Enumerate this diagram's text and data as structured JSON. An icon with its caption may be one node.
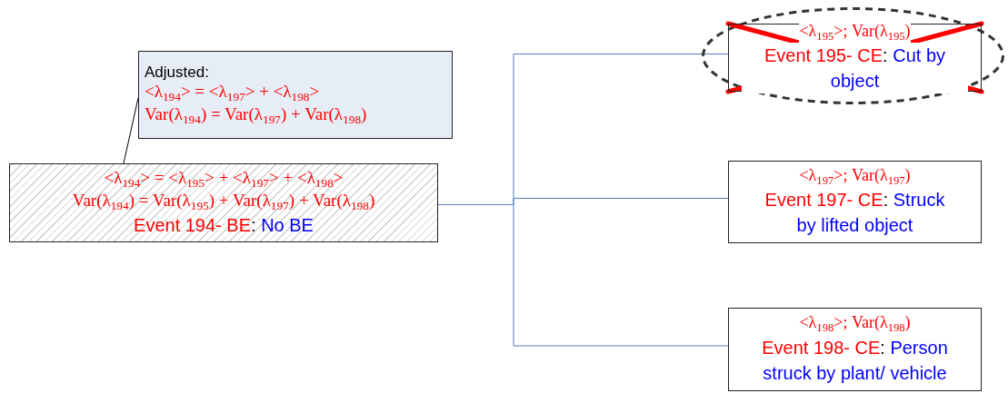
{
  "diagram": {
    "nodes": [
      {
        "text": [
          "Adjusted:",
          "<λ$_{194}$> = <λ$_{197}$> + <λ$_{198}$>",
          "Var(λ$_{194}$) = Var(λ$_{197}$) + Var(λ$_{198}$)"
        ]
      },
      {
        "text": [
          "<λ$_{194}$> = <λ$_{195}$> + <λ$_{197}$> + <λ$_{198}$>",
          "Var(λ$_{194}$) = Var(λ$_{195}$) + Var(λ$_{197}$) + Var(λ$_{198}$)",
          "Event 194- BE: No BE"
        ]
      },
      {
        "text": [
          "<λ$_{195}$>; Var(λ$_{195}$)",
          "Event 195- CE: Cut by object"
        ]
      },
      {
        "text": [
          "<λ$_{197}$>; Var(λ$_{197}$)",
          "Event 197- CE: Struck by lifted object"
        ]
      },
      {
        "text": [
          "<λ$_{198}$>; Var(λ$_{198}$)",
          "Event 198- CE: Person struck by plant/ vehicle"
        ]
      }
    ],
    "edges": [
      {
        "from": 0,
        "to": 1,
        "arrow": "none",
        "color": "#000000"
      },
      {
        "from": 1,
        "to": 2,
        "arrow": "none"
      },
      {
        "from": 1,
        "to": 3,
        "arrow": "none"
      },
      {
        "from": 1,
        "to": 4,
        "arrow": "none"
      }
    ]
  }
}
